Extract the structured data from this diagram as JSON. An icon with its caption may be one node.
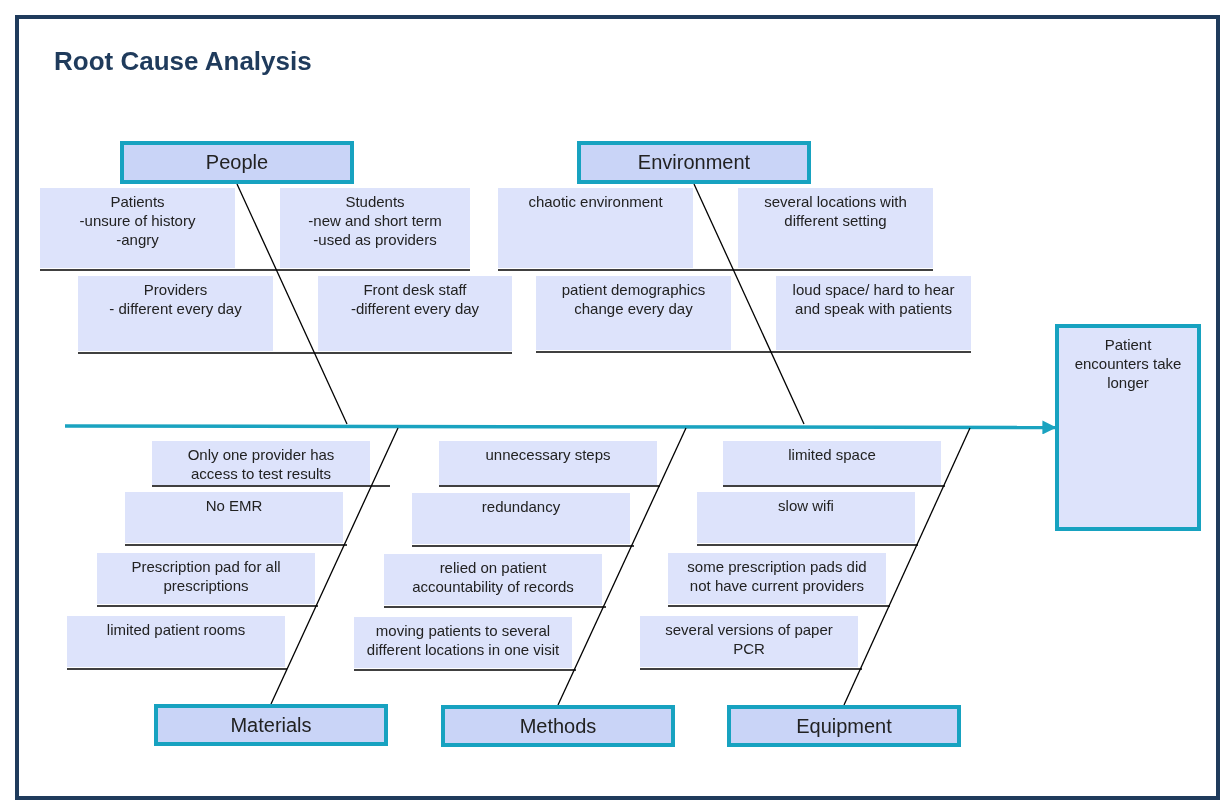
{
  "diagram": {
    "title": "Root Cause Analysis",
    "nodes": [
      {
        "text": [
          "People"
        ]
      },
      {
        "text": [
          "Environment"
        ]
      },
      {
        "text": [
          "Patients",
          "-unsure of history",
          "-angry"
        ]
      },
      {
        "text": [
          "Students",
          "-new and short term",
          "-used as providers"
        ]
      },
      {
        "text": [
          "chaotic environment"
        ]
      },
      {
        "text": [
          "several locations with different setting"
        ]
      },
      {
        "text": [
          "Providers",
          "- different every day"
        ]
      },
      {
        "text": [
          "Front desk staff",
          "-different every day"
        ]
      },
      {
        "text": [
          "patient demographics change every day"
        ]
      },
      {
        "text": [
          "loud space/ hard to hear and speak with patients"
        ]
      },
      {
        "text": [
          "Patient encounters take longer"
        ]
      },
      {
        "text": [
          "Only one provider has access to test results"
        ]
      },
      {
        "text": [
          "unnecessary steps"
        ]
      },
      {
        "text": [
          "limited space"
        ]
      },
      {
        "text": [
          "No EMR"
        ]
      },
      {
        "text": [
          "redundancy"
        ]
      },
      {
        "text": [
          "slow wifi"
        ]
      },
      {
        "text": [
          "Prescription pad for all prescriptions"
        ]
      },
      {
        "text": [
          "relied on patient accountability of records"
        ]
      },
      {
        "text": [
          "some prescription pads did not have current providers"
        ]
      },
      {
        "text": [
          "limited patient rooms"
        ]
      },
      {
        "text": [
          "moving patients to several different locations in one visit"
        ]
      },
      {
        "text": [
          "several versions of paper PCR"
        ]
      },
      {
        "text": [
          "Materials"
        ]
      },
      {
        "text": [
          "Methods"
        ]
      },
      {
        "text": [
          "Equipment"
        ]
      }
    ],
    "edges": [
      {
        "from": null,
        "to": 10,
        "arrow": "to",
        "style": "thick",
        "color": "#1aa3c0"
      },
      {
        "from": 0,
        "to": null,
        "arrow": "none"
      },
      {
        "from": 1,
        "to": null,
        "arrow": "none"
      },
      {
        "from": 23,
        "to": null,
        "arrow": "none"
      },
      {
        "from": 24,
        "to": null,
        "arrow": "none"
      },
      {
        "from": 25,
        "to": null,
        "arrow": "none"
      },
      {
        "from": 2,
        "to": 3,
        "arrow": "none"
      },
      {
        "from": 4,
        "to": 5,
        "arrow": "none"
      },
      {
        "from": 6,
        "to": 7,
        "arrow": "none"
      },
      {
        "from": 8,
        "to": 9,
        "arrow": "none"
      },
      {
        "from": 11,
        "to": null,
        "arrow": "none"
      },
      {
        "from": 12,
        "to": null,
        "arrow": "none"
      },
      {
        "from": 13,
        "to": null,
        "arrow": "none"
      },
      {
        "from": 14,
        "to": null,
        "arrow": "none"
      },
      {
        "from": 15,
        "to": null,
        "arrow": "none"
      },
      {
        "from": 16,
        "to": null,
        "arrow": "none"
      },
      {
        "from": 17,
        "to": null,
        "arrow": "none"
      },
      {
        "from": 18,
        "to": null,
        "arrow": "none"
      },
      {
        "from": 19,
        "to": null,
        "arrow": "none"
      },
      {
        "from": 20,
        "to": null,
        "arrow": "none"
      },
      {
        "from": 21,
        "to": null,
        "arrow": "none"
      },
      {
        "from": 22,
        "to": null,
        "arrow": "none"
      }
    ]
  }
}
